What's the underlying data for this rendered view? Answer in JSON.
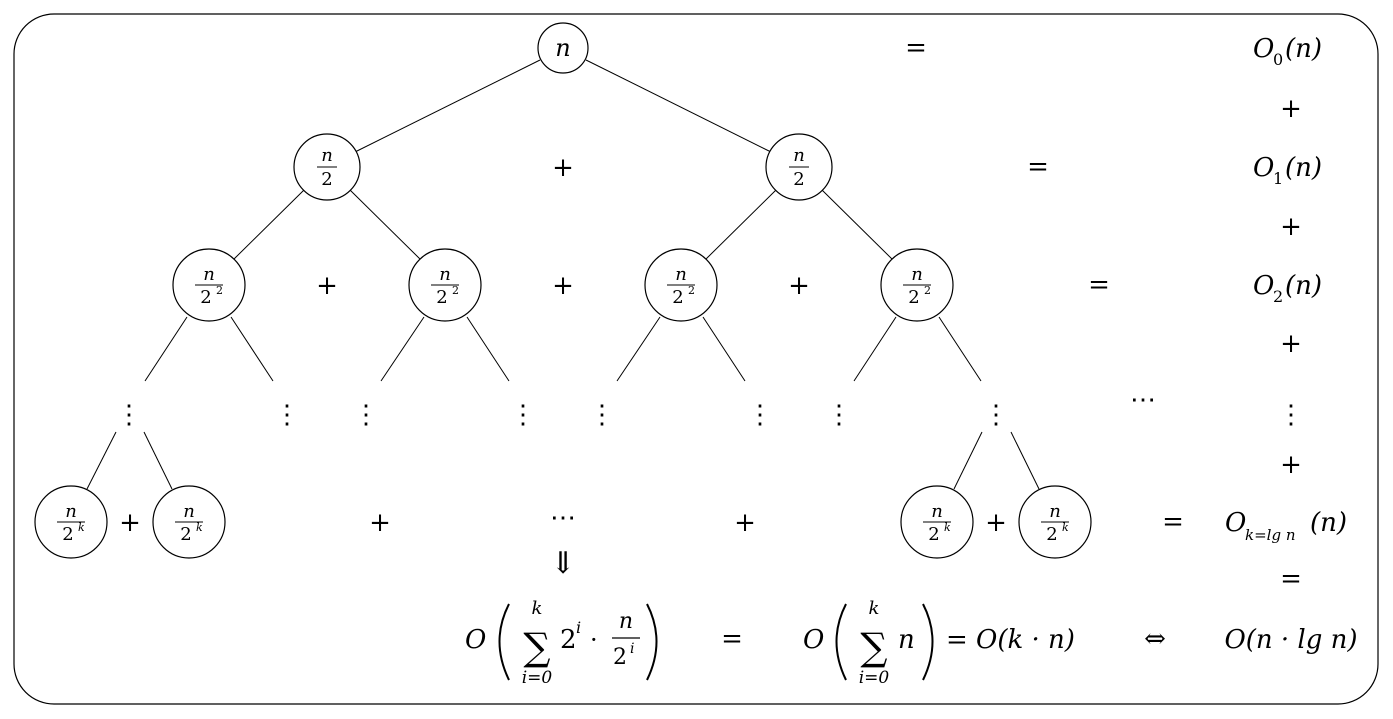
{
  "tree": {
    "root_label": "n",
    "level1_label": {
      "num": "n",
      "den": "2"
    },
    "level2_label": {
      "num": "n",
      "den": "2",
      "exp": "2"
    },
    "leaf_label": {
      "num": "n",
      "den": "2",
      "exp": "k"
    },
    "plus": "+",
    "equals": "=",
    "hdots": "⋯",
    "vdots": "⋮",
    "down_arrow": "⇓",
    "iff": "⇔"
  },
  "right_column": {
    "O0": {
      "base": "O",
      "sub": "0",
      "arg": "(n)"
    },
    "O1": {
      "base": "O",
      "sub": "1",
      "arg": "(n)"
    },
    "O2": {
      "base": "O",
      "sub": "2",
      "arg": "(n)"
    },
    "Ok": {
      "base": "O",
      "sub": "k=lg n",
      "arg": "(n)"
    },
    "final": "O(n · lg n)"
  },
  "bottom": {
    "sum1": {
      "O": "O",
      "sigma": "∑",
      "upper": "k",
      "lower": "i=0",
      "term_base": "2",
      "term_exp": "i",
      "dot": "·",
      "frac_num": "n",
      "frac_den_base": "2",
      "frac_den_exp": "i"
    },
    "sum2": {
      "O": "O",
      "sigma": "∑",
      "upper": "k",
      "lower": "i=0",
      "term": "n"
    },
    "result": "= O(k · n)"
  }
}
